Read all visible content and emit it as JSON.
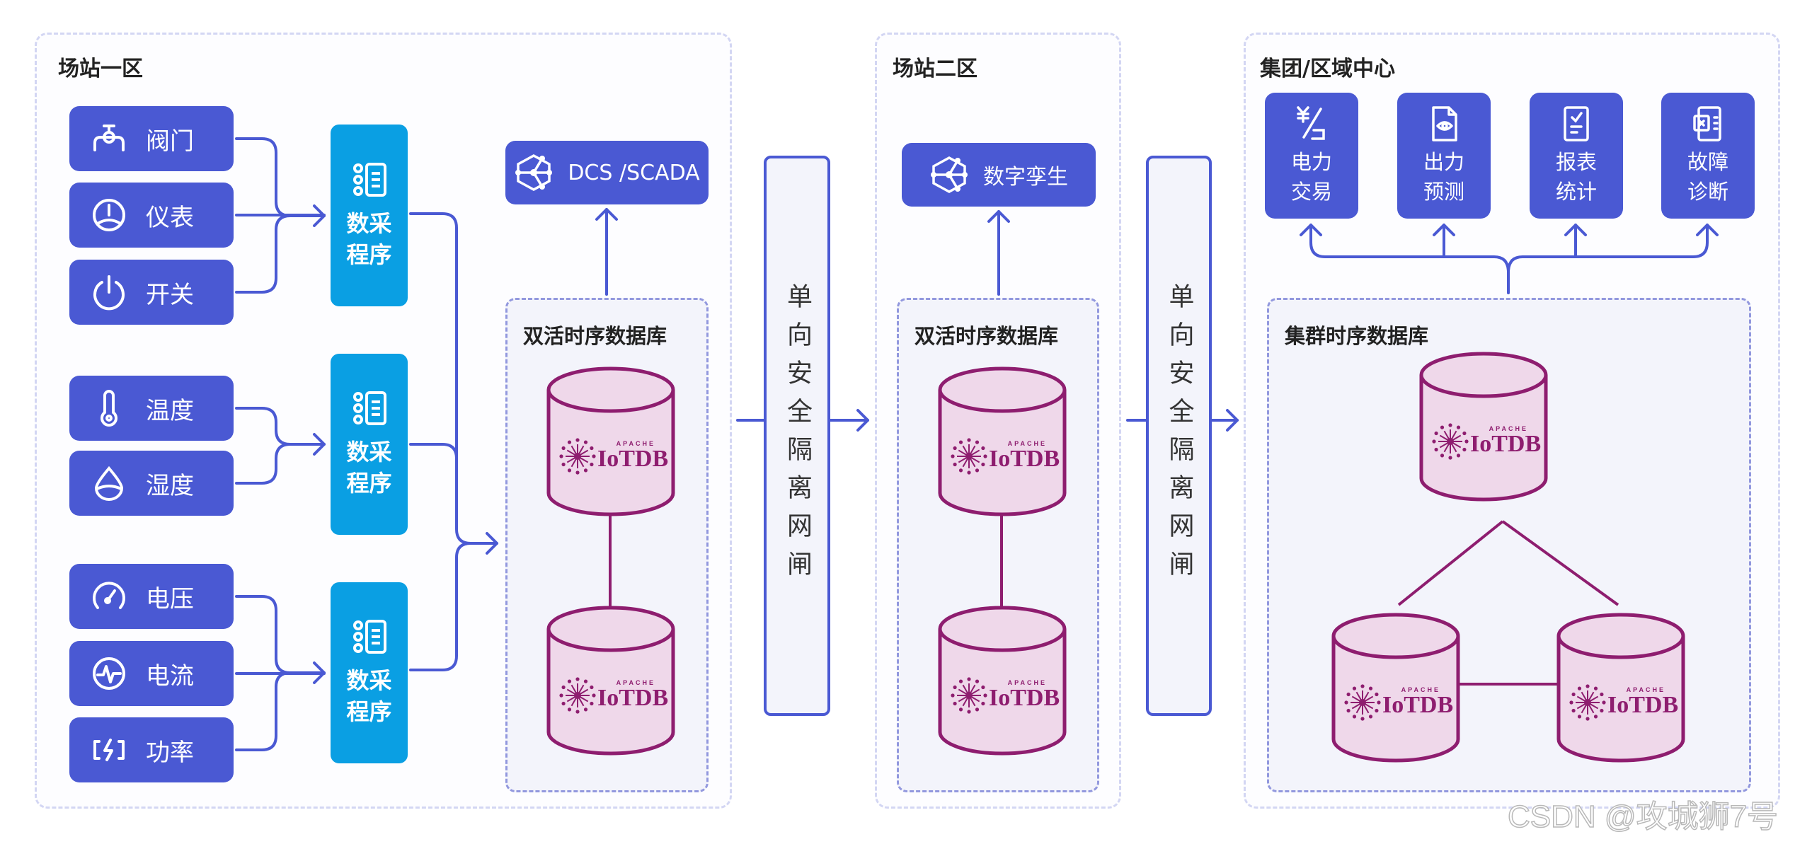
{
  "zones": {
    "zone1": {
      "title": "场站一区"
    },
    "zone2": {
      "title": "场站二区"
    },
    "zone3": {
      "title": "集团/区域中心"
    }
  },
  "sensors": [
    {
      "label": "阀门",
      "icon": "valve-icon"
    },
    {
      "label": "仪表",
      "icon": "gauge-icon"
    },
    {
      "label": "开关",
      "icon": "power-icon"
    },
    {
      "label": "温度",
      "icon": "thermometer-icon"
    },
    {
      "label": "湿度",
      "icon": "droplet-icon"
    },
    {
      "label": "电压",
      "icon": "speedometer-icon"
    },
    {
      "label": "电流",
      "icon": "pulse-icon"
    },
    {
      "label": "功率",
      "icon": "battery-bolt-icon"
    }
  ],
  "collectors": [
    {
      "line1": "数采",
      "line2": "程序"
    },
    {
      "line1": "数采",
      "line2": "程序"
    },
    {
      "line1": "数采",
      "line2": "程序"
    }
  ],
  "dcs": {
    "label": "DCS /SCADA"
  },
  "twin": {
    "label": "数字孪生"
  },
  "db_zone1": {
    "title": "双活时序数据库"
  },
  "db_zone2": {
    "title": "双活时序数据库"
  },
  "db_cluster": {
    "title": "集群时序数据库"
  },
  "gates": [
    {
      "label": "单向安全隔离网闸"
    },
    {
      "label": "单向安全隔离网闸"
    }
  ],
  "apps": [
    {
      "line1": "电力",
      "line2": "交易",
      "icon": "yuan-trade-icon"
    },
    {
      "line1": "出力",
      "line2": "预测",
      "icon": "document-eye-icon"
    },
    {
      "line1": "报表",
      "line2": "统计",
      "icon": "checklist-icon"
    },
    {
      "line1": "故障",
      "line2": "诊断",
      "icon": "fault-panel-icon"
    }
  ],
  "logo": {
    "brand": "IoTDB",
    "vendor": "APACHE"
  },
  "watermark": "CSDN @攻城狮7号",
  "colors": {
    "primary": "#4a59d3",
    "collector": "#0a9fe3",
    "cylinder_fill": "#efd8ea",
    "cylinder_stroke": "#8e1d6f",
    "zone_border": "#d3d6f3",
    "db_border": "#9298de"
  }
}
